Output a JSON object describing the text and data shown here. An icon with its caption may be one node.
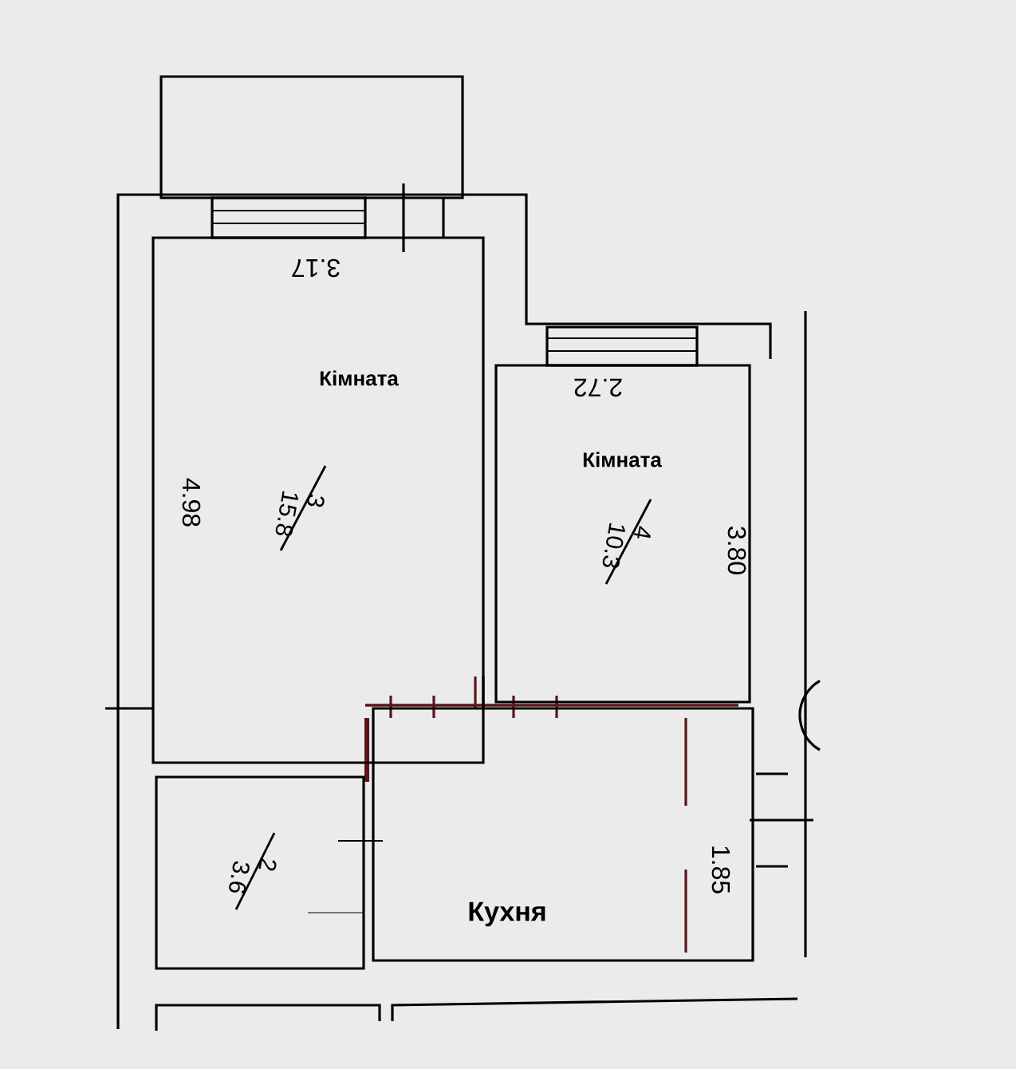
{
  "diagram": {
    "nodes": [
      {
        "text": [],
        "shape": "box"
      },
      {
        "text": [
          "Кімната",
          "3",
          "15.8"
        ]
      },
      {
        "text": [
          "Кімната",
          "4",
          "10.3"
        ]
      },
      {
        "text": [
          "2",
          "3.6"
        ]
      },
      {
        "text": [
          "Кухня"
        ]
      }
    ],
    "edges": [],
    "labels": [
      "3.17",
      "2.72",
      "4.98",
      "3.80",
      "1.85"
    ]
  }
}
